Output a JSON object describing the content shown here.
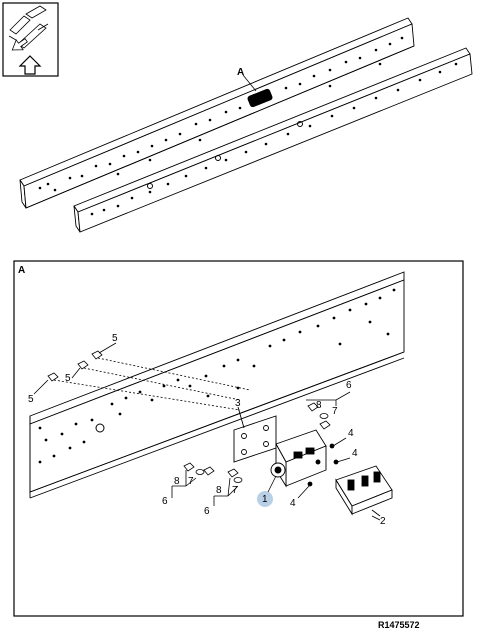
{
  "overview": {
    "callout_a": "A"
  },
  "detail": {
    "view_label": "A",
    "callouts": {
      "c5a": "5",
      "c5b": "5",
      "c5c": "5",
      "c3": "3",
      "c6a": "6",
      "c8a": "8",
      "c7a": "7",
      "c4a": "4",
      "c4b": "4",
      "c4c": "4",
      "c8b": "8",
      "c7b": "7",
      "c6b": "6",
      "c8c": "8",
      "c7c": "7",
      "c6c": "6",
      "c1": "1",
      "c2": "2"
    },
    "highlight_color": "#b9cfe6"
  },
  "figure_code": "R1475572",
  "icons": {
    "orientation": "front-direction-icon"
  }
}
